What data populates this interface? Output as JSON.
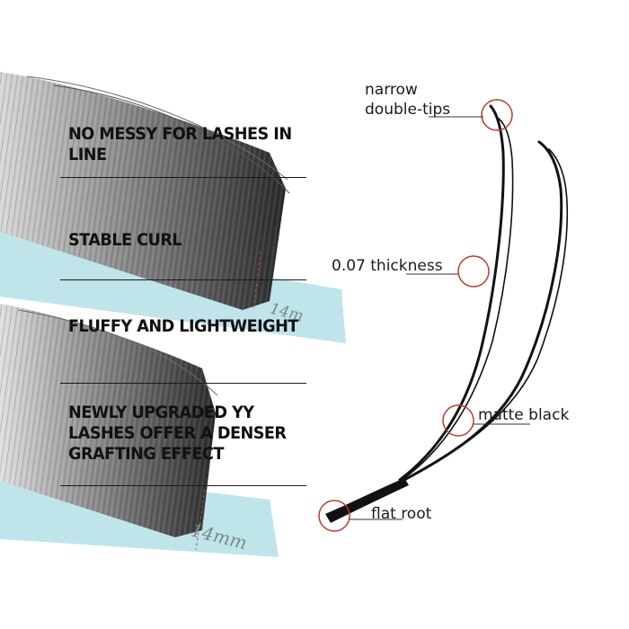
{
  "features": [
    {
      "label": "NO MESSY FOR LASHES IN LINE"
    },
    {
      "label": "STABLE CURL"
    },
    {
      "label": "FLUFFY AND LIGHTWEIGHT"
    },
    {
      "label": "NEWLY UPGRADED YY LASHES OFFER A DENSER GRAFTING EFFECT"
    }
  ],
  "tray_labels": {
    "upper": "14m",
    "lower": "14mm"
  },
  "callouts": {
    "tips_line1": "narrow",
    "tips_line2": "double-tips",
    "thickness": "0.07 thickness",
    "finish": "matte black",
    "root": "flat root"
  },
  "colors": {
    "tray_blue": "#bfe5ea",
    "lash_black": "#111111",
    "circle_red": "#c0392b"
  }
}
